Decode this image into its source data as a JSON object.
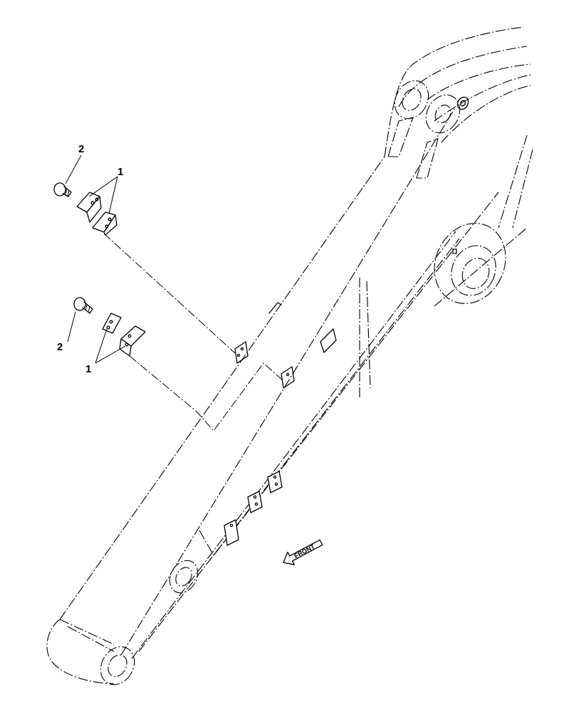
{
  "diagram": {
    "callouts": {
      "upper_bolt": "2",
      "upper_brackets": "1",
      "lower_bolt": "2",
      "lower_brackets": "1"
    },
    "direction_arrow": "FRONT",
    "colors": {
      "line": "#000000",
      "background": "#ffffff"
    }
  }
}
